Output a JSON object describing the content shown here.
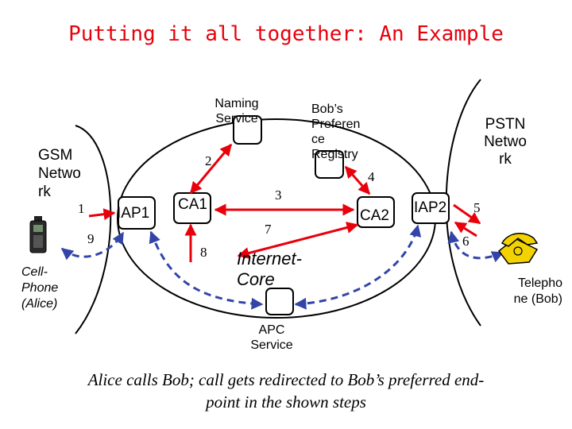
{
  "title": "Putting it all together: An Example",
  "caption": "Alice calls Bob; call gets redirected to Bob’s preferred end-\npoint in the shown steps",
  "nodes": {
    "naming_service": "Naming\nService",
    "bobs_registry": "Bob’s\nPreferen\nce\nRegistry",
    "pstn_network": "PSTN\nNetwo\nrk",
    "gsm_network": "GSM\nNetwo\nrk",
    "iap1": "IAP1",
    "ca1": "CA1",
    "ca2": "CA2",
    "iap2": "IAP2",
    "internet_core": "Internet-\nCore",
    "apc_service": "APC\nService",
    "cell_phone": "Cell-\nPhone\n(Alice)",
    "telephone": "Telepho\nne (Bob)"
  },
  "steps": [
    "1",
    "2",
    "3",
    "4",
    "5",
    "6",
    "7",
    "8",
    "9"
  ],
  "colors": {
    "title": "#e8000b",
    "arrow_red": "#e8000b",
    "arrow_blue": "#3344a8",
    "phone_yellow": "#f2d200",
    "caption": "#000000"
  },
  "icons": [
    "cell-phone-icon",
    "telephone-icon"
  ]
}
